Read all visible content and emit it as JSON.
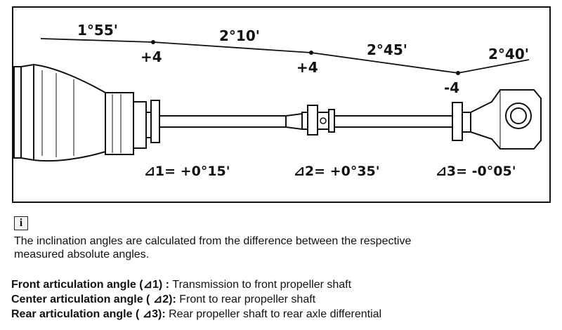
{
  "diagram": {
    "slope_labels": [
      "1°55'",
      "2°10'",
      "2°45'",
      "2°40'"
    ],
    "diff_labels": [
      "+4",
      "+4",
      "-4"
    ],
    "articulation_labels": [
      "⊿1= +0°15'",
      "⊿2= +0°35'",
      "⊿3= -0°05'"
    ]
  },
  "info": {
    "icon_glyph": "i",
    "note_line1": "The inclination angles are calculated from the difference between the respective",
    "note_line2": "measured absolute angles."
  },
  "definitions": [
    {
      "term": "Front articulation angle (⊿1)",
      "sep": " : ",
      "desc": "Transmission to front propeller shaft"
    },
    {
      "term": "Center articulation angle ( ⊿2)",
      "sep": ": ",
      "desc": " Front to rear propeller shaft"
    },
    {
      "term": "Rear articulation angle ( ⊿3)",
      "sep": ": ",
      "desc": " Rear propeller shaft to rear axle differential"
    }
  ]
}
